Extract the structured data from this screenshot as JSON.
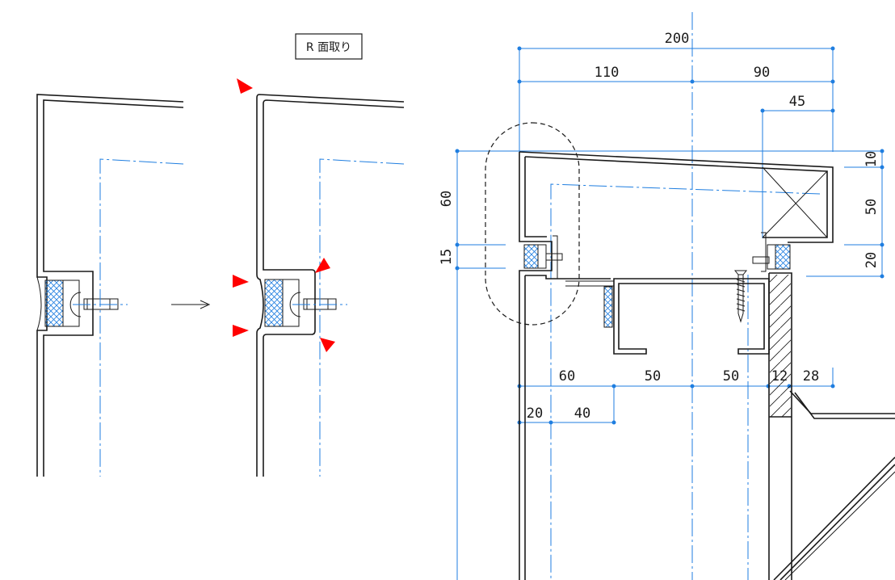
{
  "label": "R 面取り",
  "dimensions": {
    "top_total": "200",
    "top_left": "110",
    "top_right": "90",
    "top_small": "45",
    "left_60": "60",
    "left_15": "15",
    "right_10": "10",
    "right_50": "50",
    "right_20": "20",
    "bottom_60": "60",
    "bottom_50a": "50",
    "bottom_50b": "50",
    "bottom_12": "12",
    "bottom_28": "28",
    "bottom_20": "20",
    "bottom_40": "40"
  },
  "colors": {
    "line": "#1a1a1a",
    "dimension": "#1f7ee0",
    "marker": "#ff0000"
  }
}
